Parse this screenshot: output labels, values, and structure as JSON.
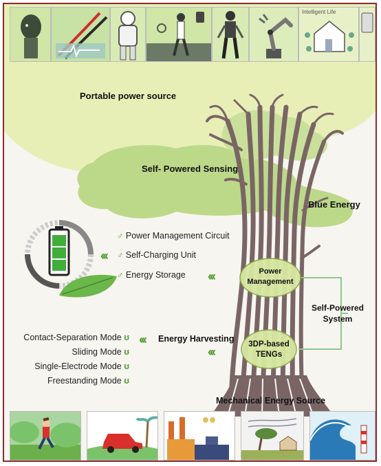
{
  "top_banner": {
    "labels": {
      "intelligent_life": "Intelligent Life"
    },
    "thumb_icons": [
      "robot-head-icon",
      "dna-helix-icon",
      "astronaut-icon",
      "athlete-icon",
      "exoskeleton-icon",
      "robot-arm-icon",
      "smart-home-icon",
      "smartphone-icon"
    ]
  },
  "labels": {
    "portable_power": "Portable power source",
    "self_powered_sensing": "Self- Powered Sensing",
    "blue_energy": "Blue Energy",
    "power_management": "Power Management",
    "self_powered_system": "Self-Powered System",
    "energy_harvesting": "Energy Harvesting",
    "tengs": "3DP-based TENGs",
    "mechanical_source": "Mechanical Energy Source"
  },
  "storage_items": [
    {
      "symbol": "♂",
      "label": "Power Management Circuit"
    },
    {
      "symbol": "♂",
      "label": "Self-Charging Unit"
    },
    {
      "symbol": "♂",
      "label": "Energy Storage"
    }
  ],
  "modes": [
    {
      "label": "Contact-Separation Mode",
      "symbol": "ʊ"
    },
    {
      "label": "Sliding Mode",
      "symbol": "ʊ"
    },
    {
      "label": "Single-Electrode Mode",
      "symbol": "ʊ"
    },
    {
      "label": "Freestanding Mode",
      "symbol": "ʊ"
    }
  ],
  "arrows": {
    "chevrons": "‹‹‹"
  },
  "bottom_icons": [
    "runner-icon",
    "car-icon",
    "factory-icon",
    "windy-tree-icon",
    "ocean-wave-icon"
  ],
  "colors": {
    "canopy_light": "#e6efb4",
    "canopy_mid": "#bcd98a",
    "trunk": "#7a6565",
    "accent_green": "#4a9a2a",
    "frame": "#8b2a2a"
  }
}
